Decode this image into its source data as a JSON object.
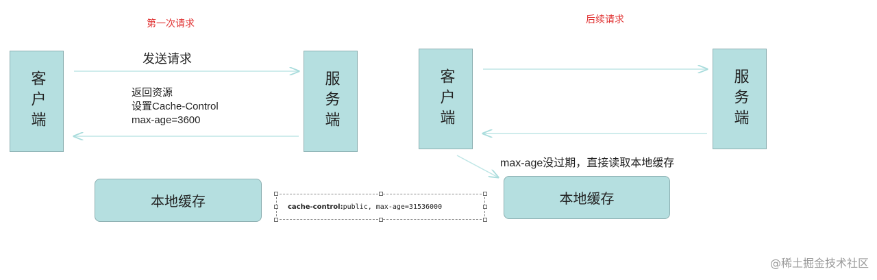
{
  "left": {
    "title": "第一次请求",
    "client": "客户端",
    "server": "服务端",
    "request_label": "发送请求",
    "response_lines": [
      "返回资源",
      "设置Cache-Control",
      "max-age=3600"
    ],
    "cache": "本地缓存"
  },
  "middle": {
    "header_key": "cache-control:",
    "header_value": " public, max-age=31536000"
  },
  "right": {
    "title": "后续请求",
    "client": "客户端",
    "server": "服务端",
    "note": "max-age没过期，直接读取本地缓存",
    "cache": "本地缓存"
  },
  "watermark": "@稀土掘金技术社区",
  "colors": {
    "box_fill": "#b5dfe0",
    "title_red": "#e03030",
    "arrow": "#bfe6e6"
  }
}
